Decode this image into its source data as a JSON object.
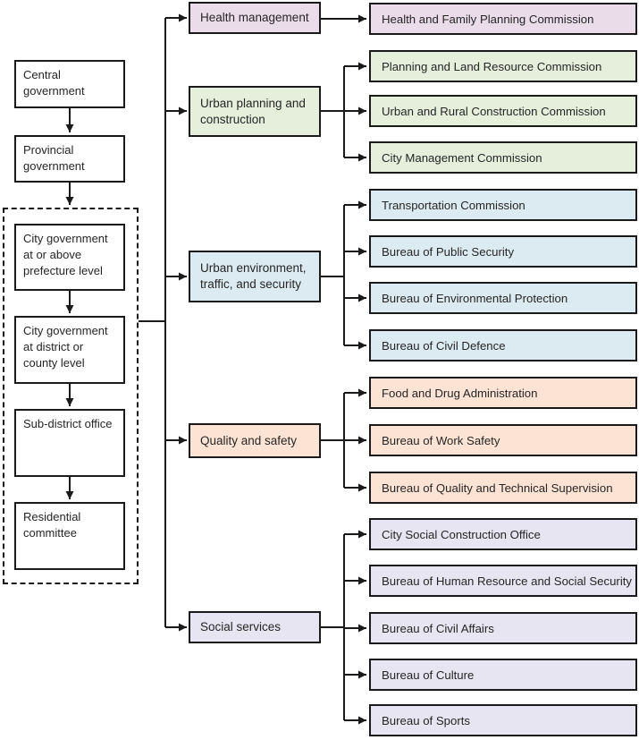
{
  "left_chain": [
    {
      "id": "central-government",
      "label": "Central government"
    },
    {
      "id": "provincial-government",
      "label": "Provincial government"
    }
  ],
  "dashed_group": {
    "items": [
      {
        "id": "city-prefecture",
        "label": "City government at or above prefecture level"
      },
      {
        "id": "city-district",
        "label": "City government at district or county level"
      },
      {
        "id": "sub-district-office",
        "label": "Sub-district office"
      },
      {
        "id": "residential-committee",
        "label": "Residential committee"
      }
    ]
  },
  "categories": [
    {
      "label": "Health management",
      "color": "#ebdcea",
      "children": [
        "Health and Family Planning Commission"
      ]
    },
    {
      "label": "Urban planning and construction",
      "color": "#e5efdb",
      "children": [
        "Planning and Land Resource Commission",
        "Urban and Rural Construction Commission",
        "City Management Commission"
      ]
    },
    {
      "label": "Urban environment, traffic, and security",
      "color": "#dcebf2",
      "children": [
        "Transportation Commission",
        "Bureau of Public Security",
        "Bureau of Environmental Protection",
        "Bureau of Civil Defence"
      ]
    },
    {
      "label": "Quality and safety",
      "color": "#fce3d4",
      "children": [
        "Food and Drug Administration",
        "Bureau of Work Safety",
        "Bureau of Quality and Technical Supervision"
      ]
    },
    {
      "label": "Social services",
      "color": "#e6e5f1",
      "children": [
        "City Social Construction Office",
        "Bureau of Human Resource and Social Security",
        "Bureau of Civil Affairs",
        "Bureau of Culture",
        "Bureau of Sports"
      ]
    }
  ],
  "style": {
    "line_color": "#1a1a1a",
    "box_border_color": "#1a1a1a",
    "text_color": "#262626",
    "background": "#ffffff"
  }
}
